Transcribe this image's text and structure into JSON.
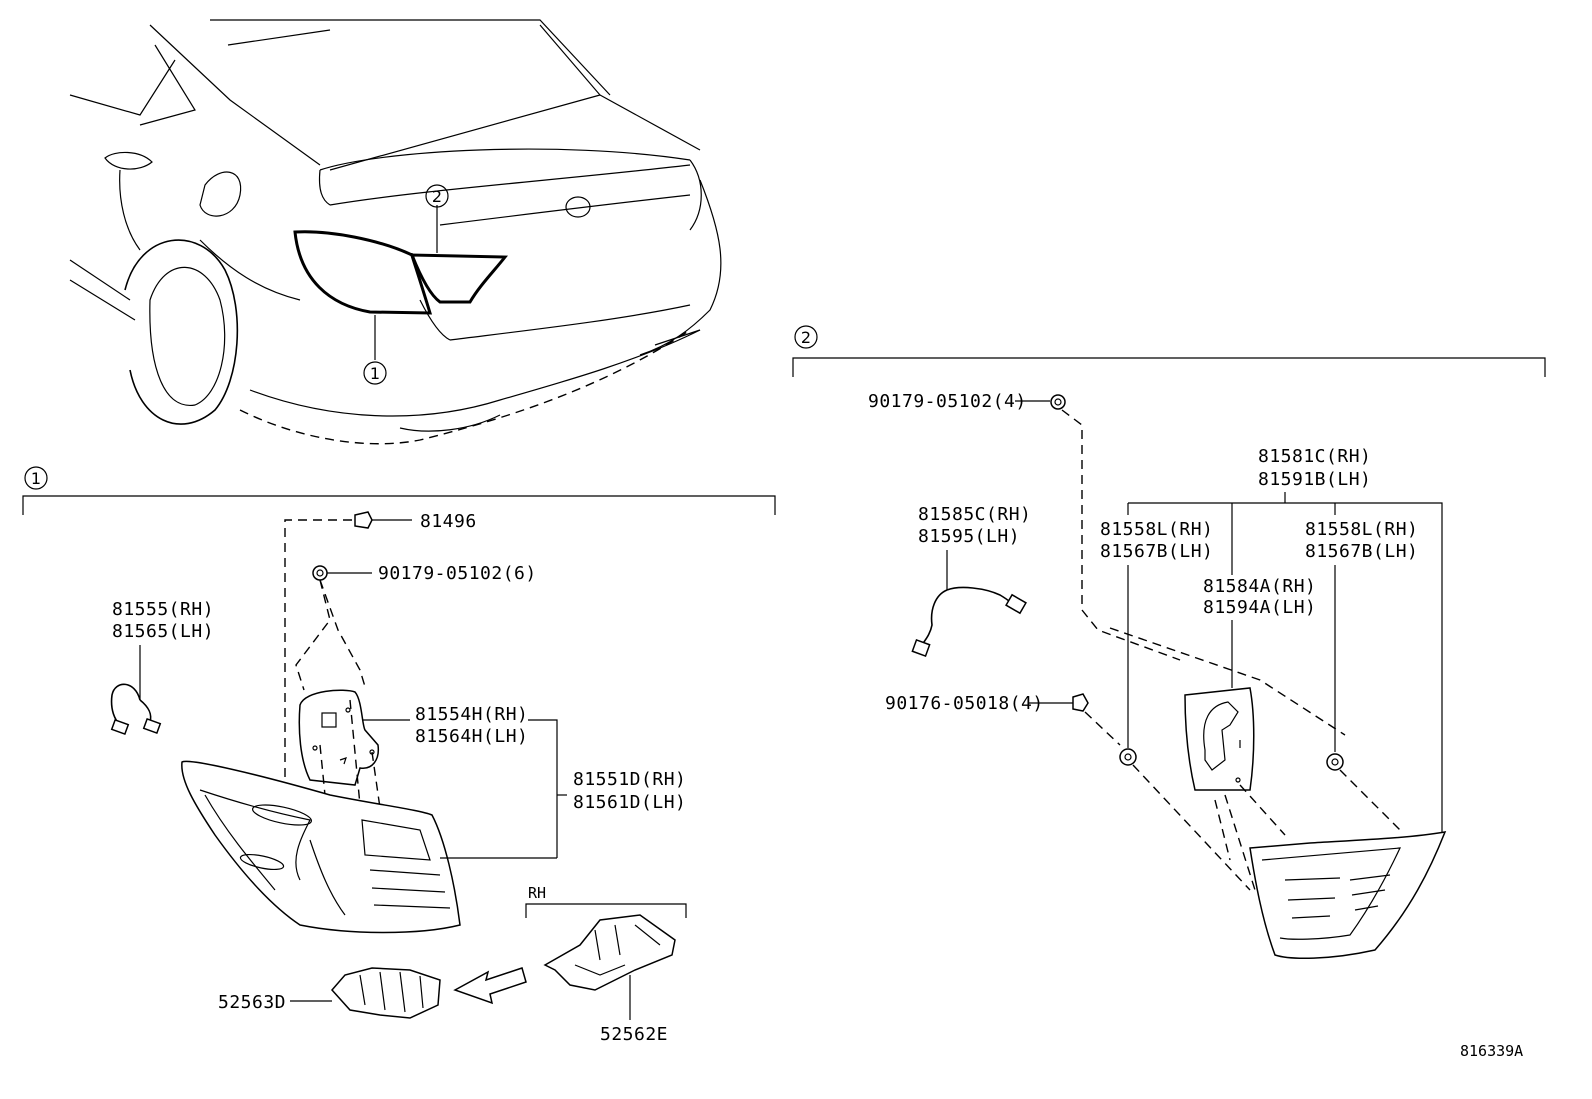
{
  "diagram_id": "816339A",
  "callouts": {
    "one": "1",
    "two": "2"
  },
  "section1": {
    "ref": "1",
    "parts": {
      "p81496": "81496",
      "p90179_6": "90179-05102(6)",
      "socket_rh": "81555(RH)",
      "socket_lh": "81565(LH)",
      "gasket_rh": "81554H(RH)",
      "gasket_lh": "81564H(LH)",
      "lamp_rh": "81551D(RH)",
      "lamp_lh": "81561D(LH)",
      "bracket_small": "52563D",
      "bracket_large": "52562E",
      "rh_tag": "RH"
    }
  },
  "section2": {
    "ref": "2",
    "parts": {
      "p90179_4": "90179-05102(4)",
      "p90176_4": "90176-05018(4)",
      "wire_rh": "81585C(RH)",
      "wire_lh": "81595(LH)",
      "assy_rh": "81581C(RH)",
      "assy_lh": "81591B(LH)",
      "seal_left_rh": "81558L(RH)",
      "seal_left_lh": "81567B(LH)",
      "seal_right_rh": "81558L(RH)",
      "seal_right_lh": "81567B(LH)",
      "cover_rh": "81584A(RH)",
      "cover_lh": "81594A(LH)"
    }
  }
}
